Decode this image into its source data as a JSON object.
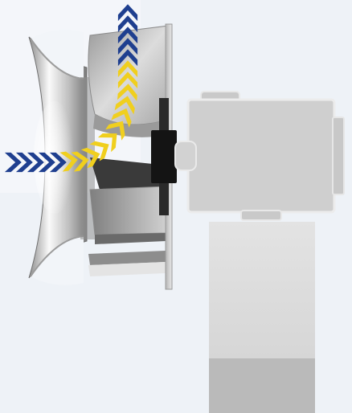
{
  "diagram": {
    "airflow": {
      "inlet_color_outer": "#1f3f8f",
      "inlet_color_inner": "#f0cf1e",
      "outlet_color_outer": "#1f3f8f",
      "outlet_color_inner": "#f0cf1e"
    },
    "colors": {
      "background": "#eef2f7",
      "housing": "#cfcfcf",
      "housing_edge": "#ececec",
      "hub": "#141414",
      "base_dark": "#b9b9b9"
    },
    "components": [
      {
        "name": "inlet-cone",
        "icon": "inlet-cone-icon"
      },
      {
        "name": "impeller",
        "icon": "impeller-blades-icon"
      },
      {
        "name": "backplate",
        "icon": "backplate-icon"
      },
      {
        "name": "hub",
        "icon": "hub-icon"
      },
      {
        "name": "motor",
        "icon": "motor-housing-icon"
      },
      {
        "name": "mounting-base",
        "icon": "mounting-base-icon"
      }
    ]
  }
}
